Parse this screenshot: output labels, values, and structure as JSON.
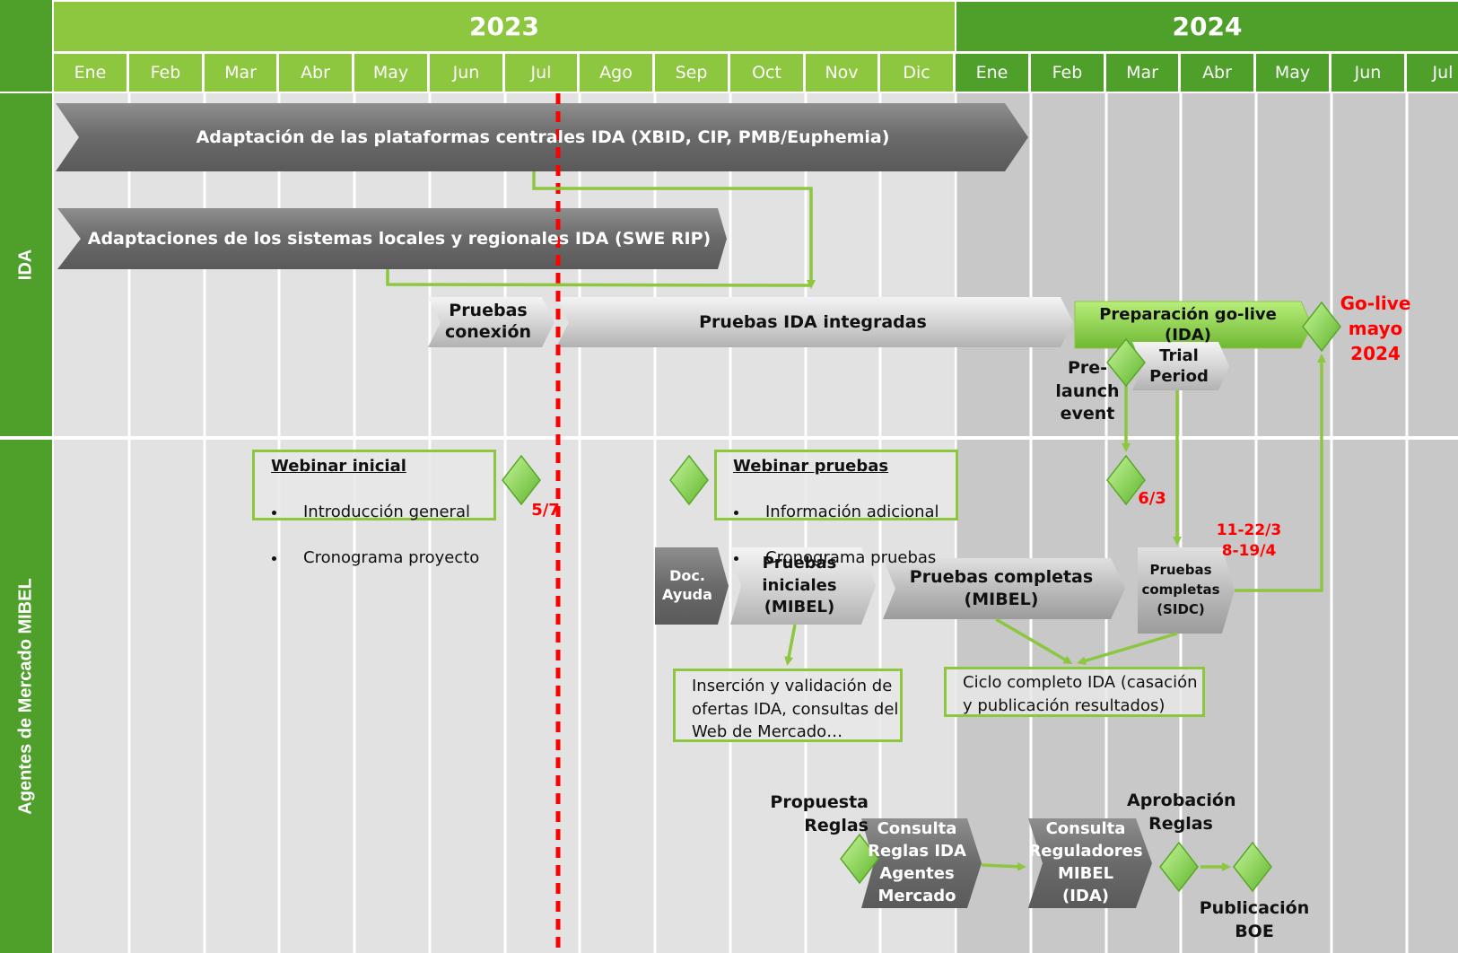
{
  "header": {
    "years": [
      "2023",
      "2024"
    ],
    "months": [
      "Ene",
      "Feb",
      "Mar",
      "Abr",
      "May",
      "Jun",
      "Jul",
      "Ago",
      "Sep",
      "Oct",
      "Nov",
      "Dic",
      "Ene",
      "Feb",
      "Mar",
      "Abr",
      "May",
      "Jun",
      "Jul"
    ]
  },
  "rows": {
    "ida": "IDA",
    "agentes": "Agentes de Mercado MIBEL"
  },
  "bars": {
    "plataformas": "Adaptación de las plataformas centrales IDA (XBID, CIP, PMB/Euphemia)",
    "locales": "Adaptaciones de los sistemas locales y regionales IDA (SWE RIP)",
    "pruebas_conexion": "Pruebas\nconexión",
    "pruebas_integradas": "Pruebas IDA integradas",
    "preparacion": "Preparación go-live (IDA)",
    "trial": "Trial\nPeriod",
    "doc_ayuda": "Doc.\nAyuda",
    "pruebas_iniciales": "Pruebas\niniciales\n(MIBEL)",
    "pruebas_completas_mibel": "Pruebas completas\n(MIBEL)",
    "pruebas_completas_sidc": "Pruebas\ncompletas\n(SIDC)",
    "consulta_agentes": "Consulta\nReglas IDA\nAgentes\nMercado",
    "consulta_reguladores": "Consulta\nReguladores\nMIBEL\n(IDA)"
  },
  "boxes": {
    "webinar_inicial": {
      "title": "Webinar inicial",
      "items": [
        "Introducción general",
        "Cronograma proyecto"
      ]
    },
    "webinar_pruebas": {
      "title": "Webinar pruebas",
      "items": [
        "Información adicional",
        "Cronograma pruebas"
      ]
    },
    "insercion": "Inserción y validación de\nofertas IDA, consultas del\nWeb de Mercado…",
    "ciclo": "Ciclo completo IDA (casación\ny publicación resultados)"
  },
  "labels": {
    "go_live": "Go-live\nmayo\n2024",
    "pre_launch": "Pre-\nlaunch\nevent",
    "fecha_57": "5/7",
    "fecha_63": "6/3",
    "fechas_sidc": "11-22/3\n8-19/4",
    "propuesta": "Propuesta\nReglas",
    "aprobacion": "Aprobación\nReglas",
    "publicacion": "Publicación\nBOE"
  },
  "colors": {
    "green_2023": "#8dc63f",
    "green_2024": "#4ea02a",
    "row_green": "#4ea02a",
    "today_line": "#ff0000",
    "accent": "#8dc63f",
    "bg_2023": "#e2e2e2",
    "bg_2024": "#cacaca"
  }
}
